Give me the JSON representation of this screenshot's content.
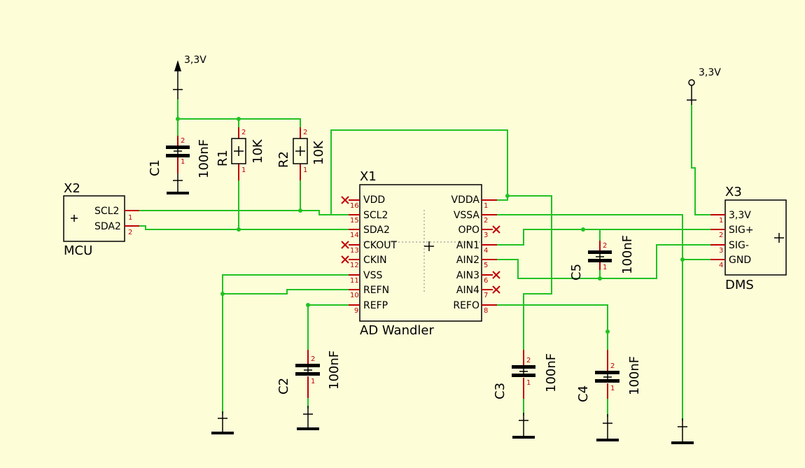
{
  "labels": {
    "vcc_left": "3,3V",
    "vcc_right": "3,3V",
    "x2_ref": "X2",
    "x2_value": "MCU",
    "x2_pins": [
      "SCL2",
      "SDA2"
    ],
    "x1_ref": "X1",
    "x1_value": "AD Wandler",
    "x1_left_pins": [
      "VDD",
      "SCL2",
      "SDA2",
      "CKOUT",
      "CKIN",
      "VSS",
      "REFN",
      "REFP"
    ],
    "x1_left_nums": [
      "16",
      "15",
      "14",
      "13",
      "12",
      "11",
      "10",
      "9"
    ],
    "x1_right_pins": [
      "VDDA",
      "VSSA",
      "OPO",
      "AIN1",
      "AIN2",
      "AIN3",
      "AIN4",
      "REFO"
    ],
    "x1_right_nums": [
      "1",
      "2",
      "3",
      "4",
      "5",
      "6",
      "7",
      "8"
    ],
    "x3_ref": "X3",
    "x3_value": "DMS",
    "x3_pins": [
      "3,3V",
      "SIG+",
      "SIG-",
      "GND"
    ],
    "x3_nums": [
      "1",
      "2",
      "3",
      "4"
    ],
    "c1": {
      "ref": "C1",
      "value": "100nF"
    },
    "c2": {
      "ref": "C2",
      "value": "100nF"
    },
    "c3": {
      "ref": "C3",
      "value": "100nF"
    },
    "c4": {
      "ref": "C4",
      "value": "100nF"
    },
    "c5": {
      "ref": "C5",
      "value": "100nF"
    },
    "r1": {
      "ref": "R1",
      "value": "10K"
    },
    "r2": {
      "ref": "R2",
      "value": "10K"
    },
    "pin_one": "1",
    "pin_two": "2"
  },
  "colors": {
    "background": "#fdfdd8",
    "wire": "#22c222",
    "pin": "#c00000",
    "symbol": "#000000"
  }
}
